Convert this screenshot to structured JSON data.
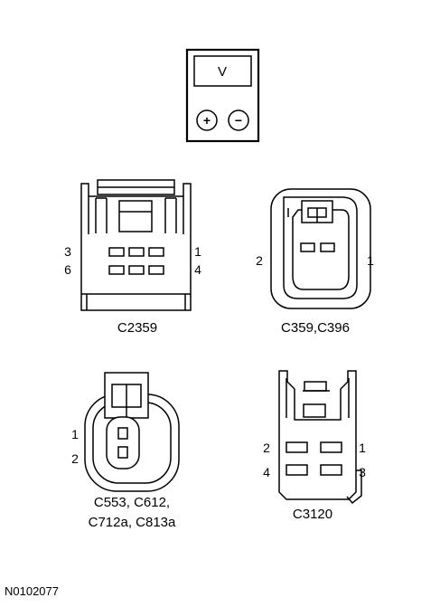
{
  "meter": {
    "display": "V",
    "plus": "+",
    "minus": "−"
  },
  "connectors": {
    "c2359": {
      "caption": "C2359",
      "pin_tl": "3",
      "pin_bl": "6",
      "pin_tr": "1",
      "pin_br": "4"
    },
    "c359": {
      "caption": "C359,C396",
      "pin_left": "2",
      "pin_right": "1"
    },
    "c553": {
      "caption_line1": "C553, C612,",
      "caption_line2": "C712a, C813a",
      "pin_top": "1",
      "pin_bottom": "2"
    },
    "c3120": {
      "caption": "C3120",
      "pin_tl": "2",
      "pin_tr": "1",
      "pin_bl": "4",
      "pin_br": "3"
    }
  },
  "figure_id": "N0102077"
}
